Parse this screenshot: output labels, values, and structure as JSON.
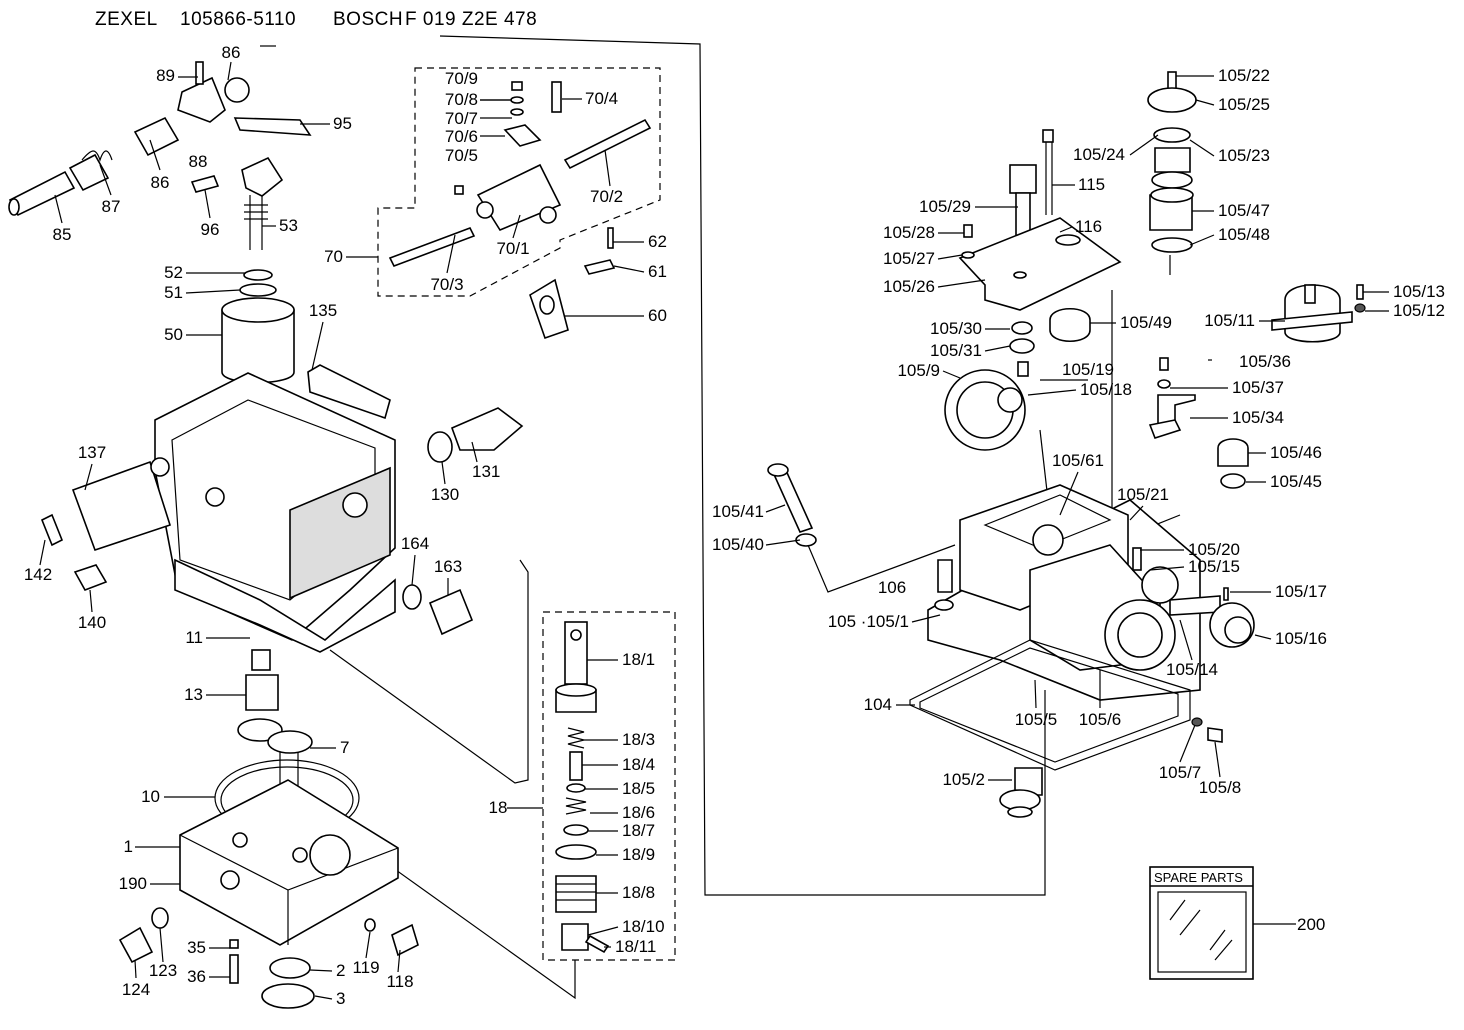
{
  "header": {
    "maker1": "ZEXEL",
    "number1": "105866-5110",
    "maker2": "BOSCH",
    "number2": "F 019 Z2E 478"
  },
  "spare_parts": {
    "title": "SPARE PARTS",
    "number": "200"
  },
  "labels": [
    "86",
    "89",
    "95",
    "88",
    "86",
    "87",
    "85",
    "96",
    "53",
    "52",
    "51",
    "50",
    "135",
    "70/9",
    "70/8",
    "70/7",
    "70/6",
    "70/5",
    "70/4",
    "70/2",
    "70/1",
    "70",
    "70/3",
    "62",
    "61",
    "60",
    "137",
    "142",
    "140",
    "131",
    "130",
    "164",
    "163",
    "11",
    "13",
    "7",
    "10",
    "1",
    "190",
    "124",
    "123",
    "35",
    "36",
    "119",
    "118",
    "2",
    "3",
    "18/1",
    "18/3",
    "18/4",
    "18/5",
    "18/6",
    "18/7",
    "18/9",
    "18/8",
    "18/10",
    "18/11",
    "18",
    "105/22",
    "105/25",
    "105/24",
    "105/23",
    "105/47",
    "105/48",
    "115",
    "116",
    "105/29",
    "105/28",
    "105/27",
    "105/26",
    "105/13",
    "105/12",
    "105/11",
    "105/49",
    "105/30",
    "105/31",
    "105/19",
    "105/18",
    "105/9",
    "105/36",
    "105/37",
    "105/34",
    "105/46",
    "105/45",
    "105/61",
    "105/21",
    "105/41",
    "105/40",
    "105/20",
    "105/15",
    "106",
    "105/17",
    "105 ·105/1",
    "105/16",
    "105/14",
    "104",
    "105/5",
    "105/6",
    "105/7",
    "105/8",
    "105/2"
  ]
}
